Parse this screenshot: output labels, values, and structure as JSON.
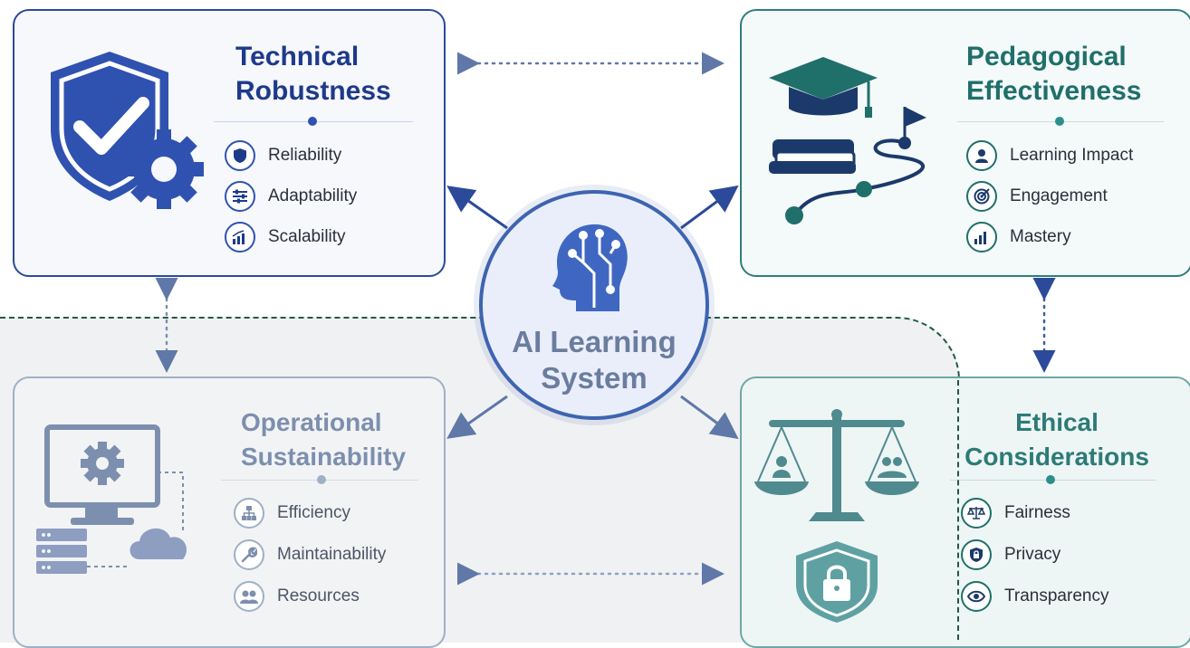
{
  "hub": {
    "title": "AI Learning System"
  },
  "technical": {
    "title": "Technical Robustness",
    "items": [
      {
        "label": "Reliability",
        "icon": "shield-icon"
      },
      {
        "label": "Adaptability",
        "icon": "sliders-icon"
      },
      {
        "label": "Scalability",
        "icon": "growth-chart-icon"
      }
    ]
  },
  "pedagogical": {
    "title": "Pedagogical Effectiveness",
    "items": [
      {
        "label": "Learning Impact",
        "icon": "person-icon"
      },
      {
        "label": "Engagement",
        "icon": "target-icon"
      },
      {
        "label": "Mastery",
        "icon": "bar-chart-icon"
      }
    ]
  },
  "operational": {
    "title": "Operational Sustainability",
    "items": [
      {
        "label": "Efficiency",
        "icon": "hierarchy-icon"
      },
      {
        "label": "Maintainability",
        "icon": "wrench-icon"
      },
      {
        "label": "Resources",
        "icon": "people-icon"
      }
    ]
  },
  "ethical": {
    "title": "Ethical Considerations",
    "items": [
      {
        "label": "Fairness",
        "icon": "scales-icon"
      },
      {
        "label": "Privacy",
        "icon": "lock-shield-icon"
      },
      {
        "label": "Transparency",
        "icon": "eye-icon"
      }
    ]
  },
  "colors": {
    "technical": "#1e3a8a",
    "pedagogical": "#1f6f6a",
    "operational": "#7d8fae",
    "ethical": "#2c7b77",
    "boundary": "#1f5a45"
  }
}
